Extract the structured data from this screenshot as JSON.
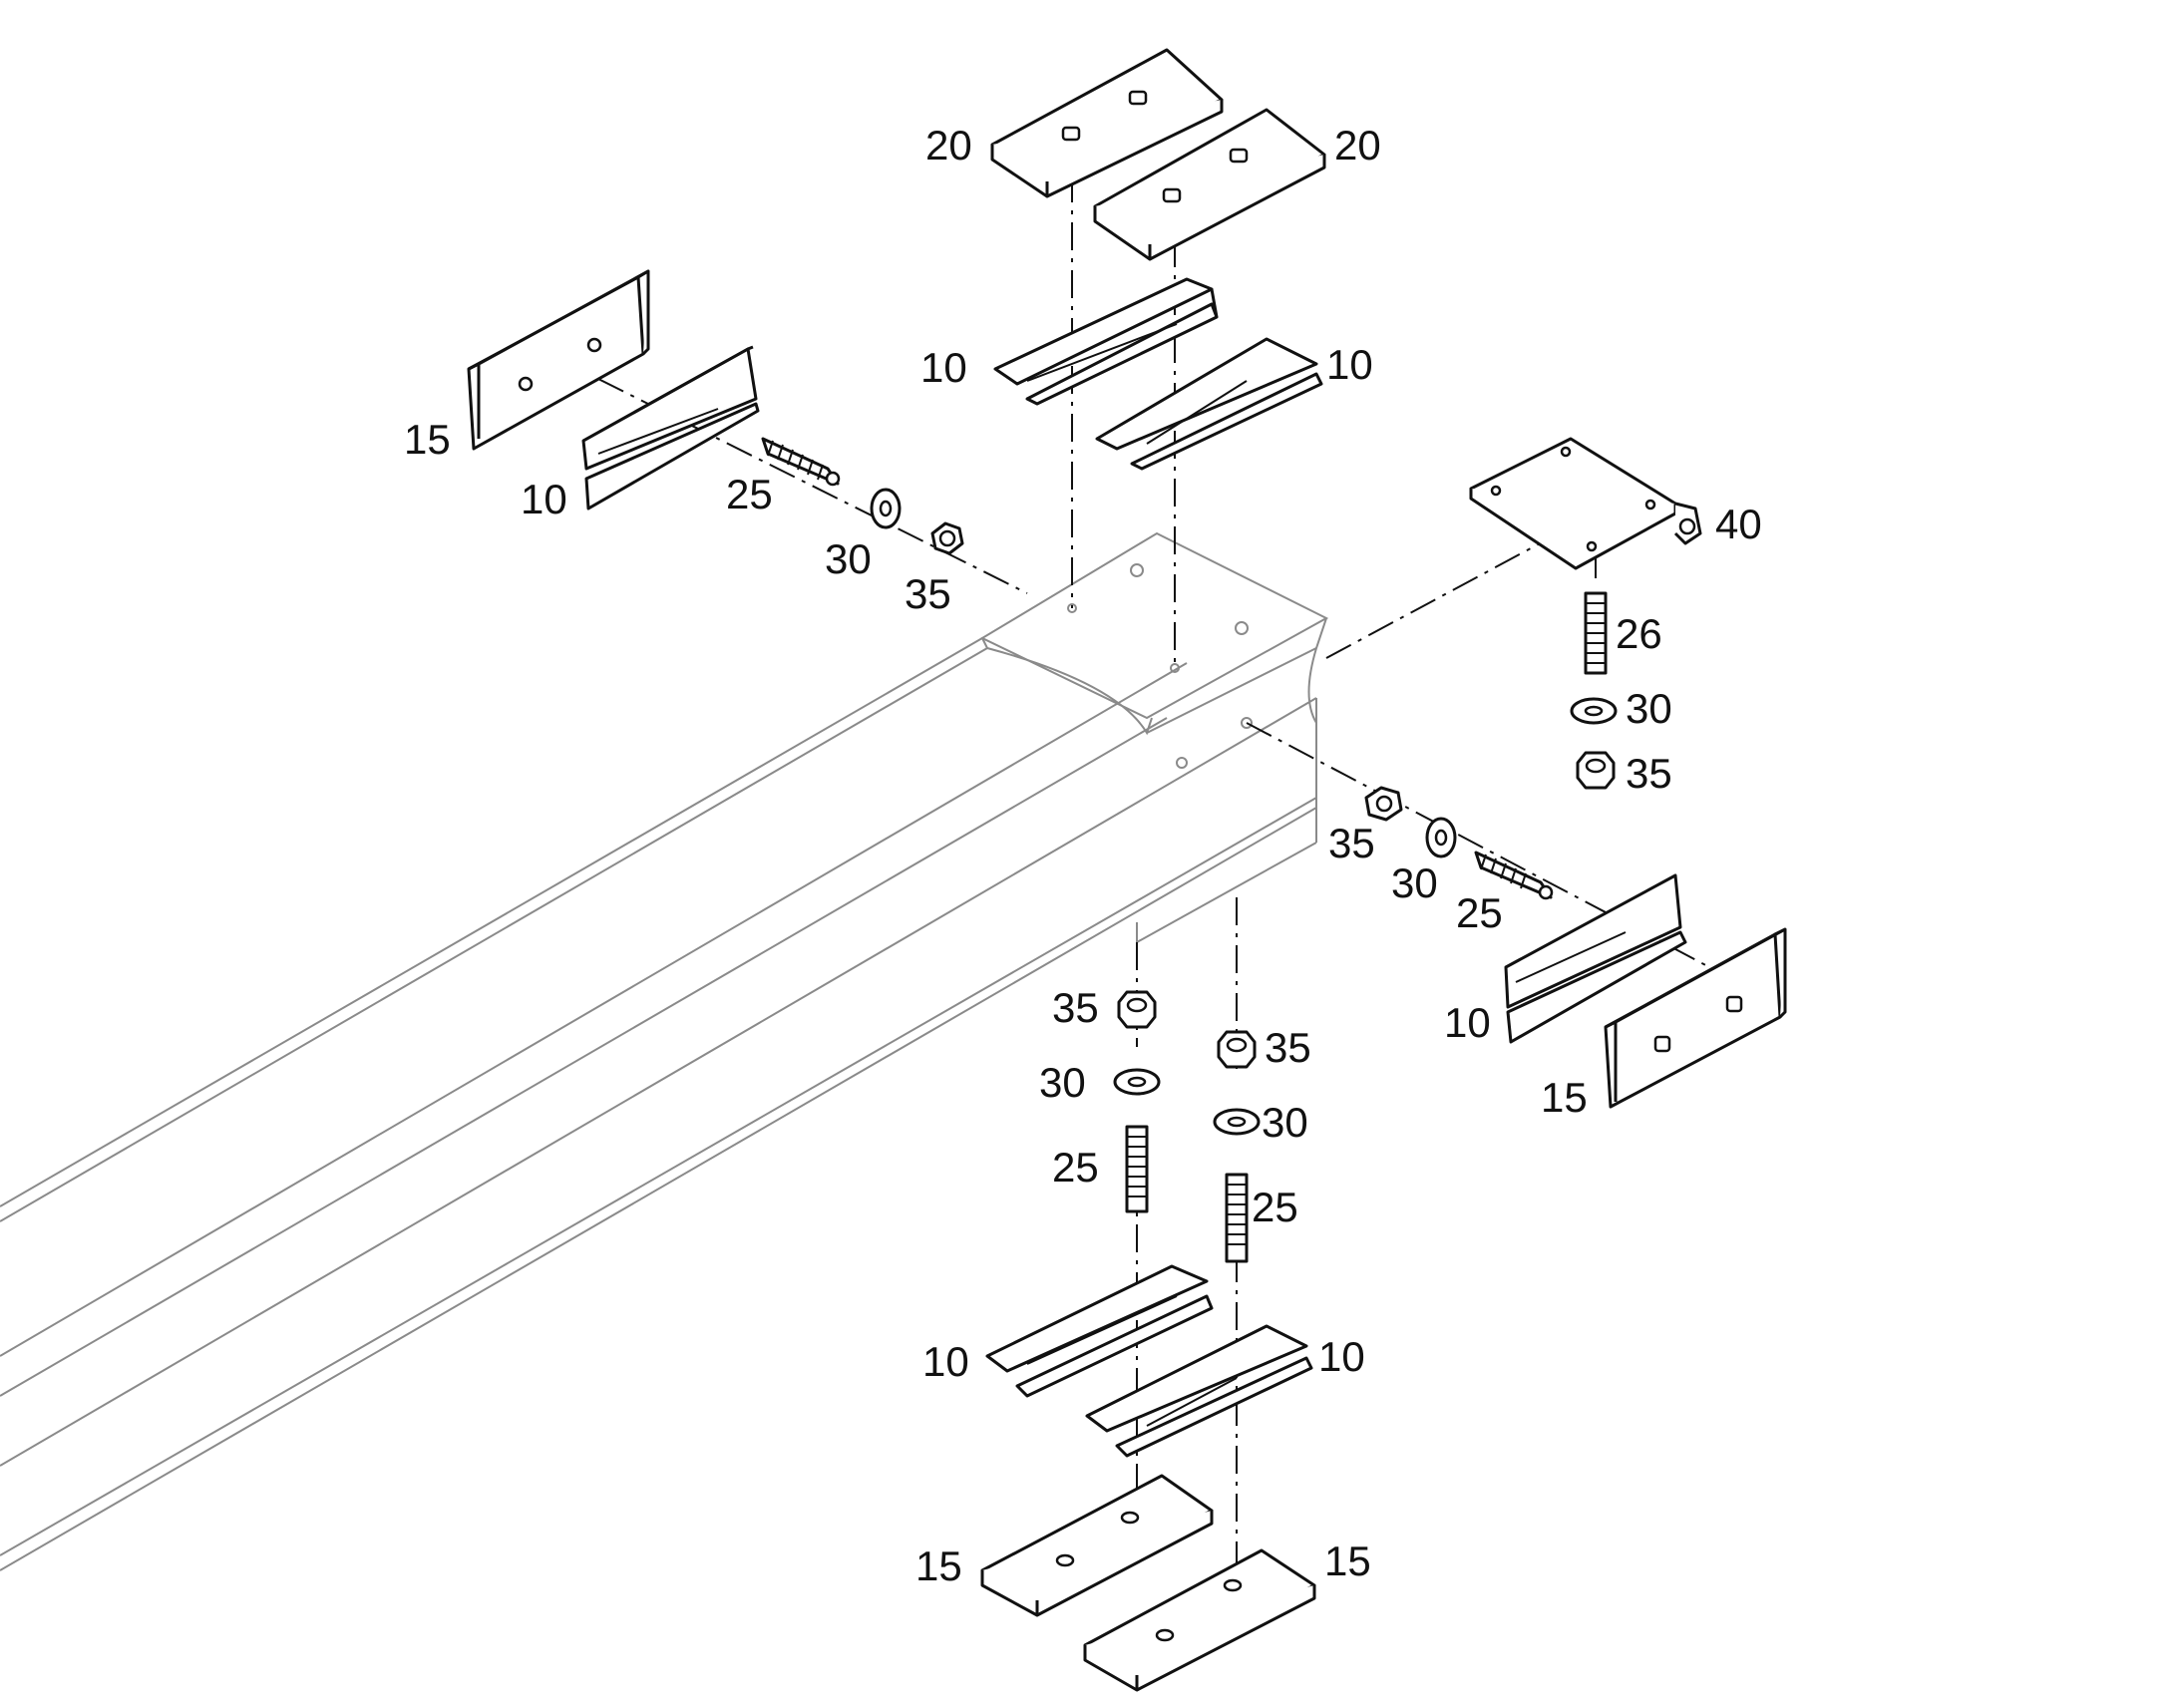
{
  "diagram": {
    "labels": [
      {
        "id": "p20a",
        "text": "20"
      },
      {
        "id": "p20b",
        "text": "20"
      },
      {
        "id": "p10a",
        "text": "10"
      },
      {
        "id": "p10b",
        "text": "10"
      },
      {
        "id": "p15l",
        "text": "15"
      },
      {
        "id": "p10l",
        "text": "10"
      },
      {
        "id": "p25l",
        "text": "25"
      },
      {
        "id": "p30l",
        "text": "30"
      },
      {
        "id": "p35l",
        "text": "35"
      },
      {
        "id": "p40",
        "text": "40"
      },
      {
        "id": "p26",
        "text": "26"
      },
      {
        "id": "p30r",
        "text": "30"
      },
      {
        "id": "p35r",
        "text": "35"
      },
      {
        "id": "p35m",
        "text": "35"
      },
      {
        "id": "p30m",
        "text": "30"
      },
      {
        "id": "p25m",
        "text": "25"
      },
      {
        "id": "p10rr",
        "text": "10"
      },
      {
        "id": "p15rr",
        "text": "15"
      },
      {
        "id": "p35bl",
        "text": "35"
      },
      {
        "id": "p35br",
        "text": "35"
      },
      {
        "id": "p30bl",
        "text": "30"
      },
      {
        "id": "p30br",
        "text": "30"
      },
      {
        "id": "p25bl",
        "text": "25"
      },
      {
        "id": "p25br",
        "text": "25"
      },
      {
        "id": "p10bl",
        "text": "10"
      },
      {
        "id": "p10br",
        "text": "10"
      },
      {
        "id": "p15bl",
        "text": "15"
      },
      {
        "id": "p15br",
        "text": "15"
      }
    ]
  }
}
